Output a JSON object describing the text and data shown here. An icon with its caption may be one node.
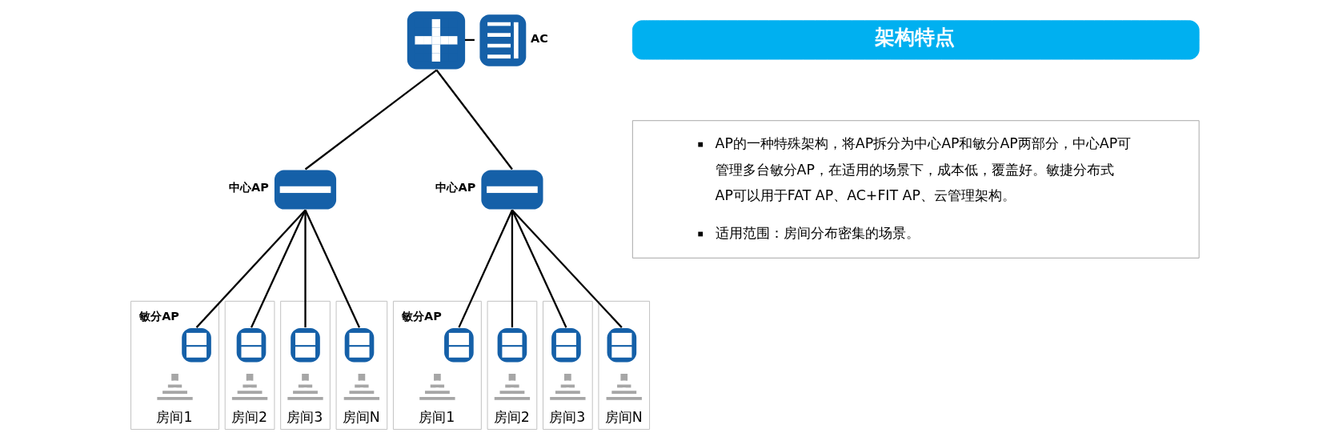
{
  "diagram": {
    "nodes": [
      {
        "text": [],
        "shape": "picture"
      },
      {
        "text": [],
        "shape": "picture",
        "beside": [
          "AC"
        ]
      },
      {
        "text": [],
        "shape": "picture",
        "beside": [
          "中心AP"
        ]
      },
      {
        "text": [],
        "shape": "picture",
        "beside": [
          "中心AP"
        ]
      },
      {
        "text": [
          "房间1"
        ]
      },
      {
        "text": [],
        "shape": "picture",
        "in": 4,
        "beside": [
          "敏分AP"
        ]
      },
      {
        "text": [
          "房间2"
        ]
      },
      {
        "text": [],
        "shape": "picture",
        "in": 6
      },
      {
        "text": [
          "房间3"
        ]
      },
      {
        "text": [],
        "shape": "picture",
        "in": 8
      },
      {
        "text": [
          "房间N"
        ]
      },
      {
        "text": [],
        "shape": "picture",
        "in": 10
      },
      {
        "text": [
          "房间1"
        ]
      },
      {
        "text": [],
        "shape": "picture",
        "in": 12,
        "beside": [
          "敏分AP"
        ]
      },
      {
        "text": [
          "房间2"
        ]
      },
      {
        "text": [],
        "shape": "picture",
        "in": 14
      },
      {
        "text": [
          "房间3"
        ]
      },
      {
        "text": [],
        "shape": "picture",
        "in": 16
      },
      {
        "text": [
          "房间N"
        ]
      },
      {
        "text": [],
        "shape": "picture",
        "in": 18
      },
      {
        "text": [
          "架构特点"
        ]
      },
      {
        "text": [
          "AP的一种特殊架构，将AP拆分为中心AP和敏分AP两部分，中心AP可管理多台敏分AP，在适用的场景下，成本低，覆盖好。敏捷分布式AP可以用于FAT AP、AC+FIT AP、云管理架构。",
          "适用范围：房间分布密集的场景。"
        ]
      }
    ],
    "edges": [
      {
        "from": 0,
        "to": 1,
        "arrow": "none"
      },
      {
        "from": 0,
        "to": 2,
        "arrow": "none"
      },
      {
        "from": 0,
        "to": 3,
        "arrow": "none"
      },
      {
        "from": 2,
        "to": 5,
        "arrow": "none"
      },
      {
        "from": 2,
        "to": 7,
        "arrow": "none"
      },
      {
        "from": 2,
        "to": 9,
        "arrow": "none"
      },
      {
        "from": 2,
        "to": 11,
        "arrow": "none"
      },
      {
        "from": 3,
        "to": 13,
        "arrow": "none"
      },
      {
        "from": 3,
        "to": 15,
        "arrow": "none"
      },
      {
        "from": 3,
        "to": 17,
        "arrow": "none"
      },
      {
        "from": 3,
        "to": 19,
        "arrow": "none"
      }
    ]
  }
}
